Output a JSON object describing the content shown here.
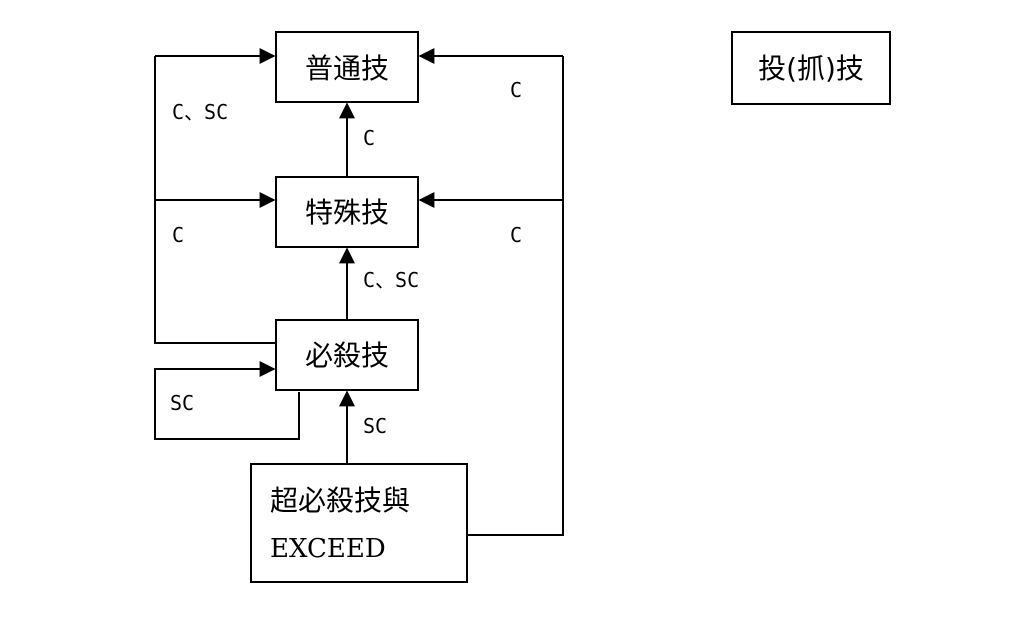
{
  "nodes": {
    "normal": "普通技",
    "special": "特殊技",
    "super": "必殺技",
    "ultra_line1": "超必殺技與",
    "ultra_line2": "EXCEED",
    "throw": "投(抓)技"
  },
  "edge_labels": {
    "left_top": "C、SC",
    "left_mid": "C",
    "right_top": "C",
    "right_mid": "C",
    "center_special_to_normal": "C",
    "center_super_to_special": "C、SC",
    "center_ultra_to_super": "SC",
    "self_loop_super": "SC"
  },
  "colors": {
    "line": "#000000",
    "background": "#ffffff"
  }
}
